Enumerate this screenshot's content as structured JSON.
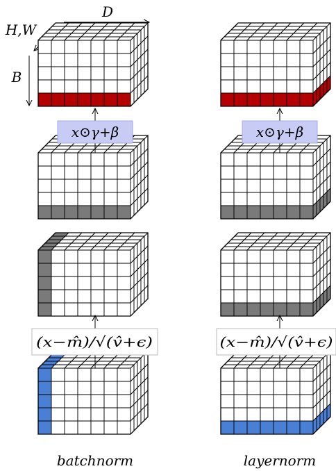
{
  "captions": {
    "batchnorm": "batchnorm",
    "layernorm": "layernorm"
  },
  "axes": {
    "d": "D",
    "hw": "H,W",
    "b": "B"
  },
  "formulas": {
    "affine": "x⊙γ+β",
    "normalize": "(x−m̂)/√(v̂+ϵ)"
  },
  "colors": {
    "red": "#b30000",
    "gray": "#7a7a7a",
    "blue": "#4a7fd6",
    "formula_bg": "#c8ccf5"
  }
}
